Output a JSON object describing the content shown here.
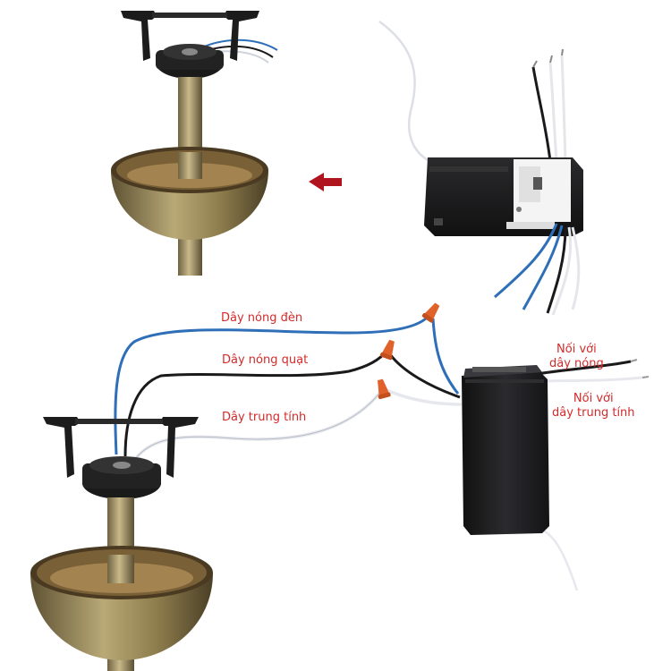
{
  "labels": {
    "light_hot_wire": "Dây nóng đèn",
    "fan_hot_wire": "Dây nóng quạt",
    "neutral_wire": "Dây trung tính",
    "connect_hot_line1": "Nối với",
    "connect_hot_line2": "dây nóng",
    "connect_neutral_line1": "Nối với",
    "connect_neutral_line2": "dây trung tính"
  },
  "colors": {
    "label_text": "#d42a2a",
    "arrow": "#b0141e",
    "wire_blue": "#2f6fb8",
    "wire_black": "#1a1a1a",
    "wire_white": "#e6e8ee",
    "wire_nut": "#e0622a",
    "brass": "#9a8a55",
    "receiver_body": "#1c1c1e"
  },
  "icons": {
    "direction_arrow": "left-arrow-icon"
  }
}
